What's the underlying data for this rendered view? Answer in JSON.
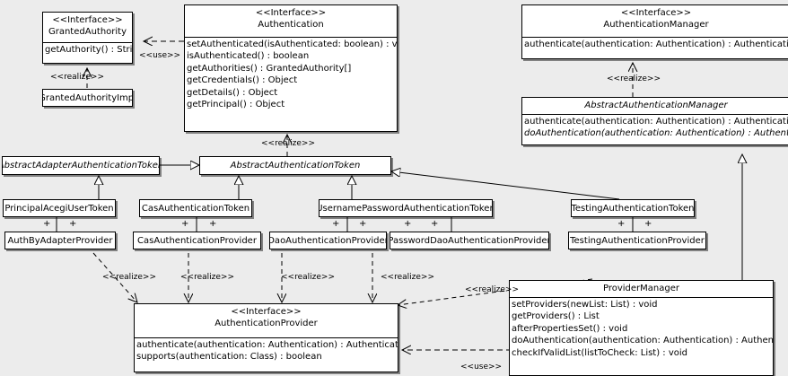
{
  "diagram": {
    "type": "uml-class-diagram",
    "background_color": "#ececec",
    "box_fill": "#ffffff",
    "line_color": "#000000",
    "stereotype_interface": "<<Interface>>",
    "stereotype_realize": "<<realize>>",
    "stereotype_use": "<<use>>"
  },
  "classes": {
    "granted_authority": {
      "stereotype": "<<Interface>>",
      "name": "GrantedAuthority",
      "operations": [
        "getAuthority() : String"
      ]
    },
    "granted_authority_impl": {
      "name": "GrantedAuthorityImpl",
      "operations": []
    },
    "authentication": {
      "stereotype": "<<Interface>>",
      "name": "Authentication",
      "operations": [
        "setAuthenticated(isAuthenticated: boolean) : void",
        "isAuthenticated() : boolean",
        "getAuthorities() : GrantedAuthority[]",
        "getCredentials() : Object",
        "getDetails() : Object",
        "getPrincipal() : Object"
      ]
    },
    "authentication_manager": {
      "stereotype": "<<Interface>>",
      "name": "AuthenticationManager",
      "operations": [
        "authenticate(authentication: Authentication) : Authentication"
      ]
    },
    "abstract_authentication_manager": {
      "name": "AbstractAuthenticationManager",
      "operations": [
        "authenticate(authentication: Authentication) : Authentication",
        "doAuthentication(authentication: Authentication) : Authentication"
      ]
    },
    "abstract_adapter_authentication_token": {
      "name": "AbstractAdapterAuthenticationToken"
    },
    "abstract_authentication_token": {
      "name": "AbstractAuthenticationToken"
    },
    "principal_acegi_user_token": {
      "name": "PrincipalAcegiUserToken"
    },
    "cas_authentication_token": {
      "name": "CasAuthenticationToken"
    },
    "username_password_authentication_token": {
      "name": "UsernamePasswordAuthenticationToken"
    },
    "testing_authentication_token": {
      "name": "TestingAuthenticationToken"
    },
    "auth_by_adapter_provider": {
      "name": "AuthByAdapterProvider"
    },
    "cas_authentication_provider": {
      "name": "CasAuthenticationProvider"
    },
    "dao_authentication_provider": {
      "name": "DaoAuthenticationProvider"
    },
    "password_dao_authentication_provider": {
      "name": "PasswordDaoAuthenticationProvider"
    },
    "testing_authentication_provider": {
      "name": "TestingAuthenticationProvider"
    },
    "authentication_provider": {
      "stereotype": "<<Interface>>",
      "name": "AuthenticationProvider",
      "operations": [
        "authenticate(authentication: Authentication) : Authentication",
        "supports(authentication: Class) : boolean"
      ]
    },
    "provider_manager": {
      "name": "ProviderManager",
      "operations": [
        "setProviders(newList: List) : void",
        "getProviders() : List",
        "afterPropertiesSet() : void",
        "doAuthentication(authentication: Authentication) : Authentication",
        "checkIfValidList(listToCheck: List) : void"
      ]
    }
  },
  "edge_labels": {
    "use_authentication_grantedauthority": "<<use>>",
    "realize_grantedauthorityimpl": "<<realize>>",
    "realize_abstract_auth_token": "<<realize>>",
    "realize_abstract_auth_manager": "<<realize>>",
    "realize_authbyadapter": "<<realize>>",
    "realize_cas": "<<realize>>",
    "realize_dao": "<<realize>>",
    "realize_passworddao": "<<realize>>",
    "realize_providermanager": "<<realize>>",
    "use_providermanager_authenticationprovider": "<<use>>"
  },
  "multiplicity_marks": {
    "plus": "+"
  }
}
